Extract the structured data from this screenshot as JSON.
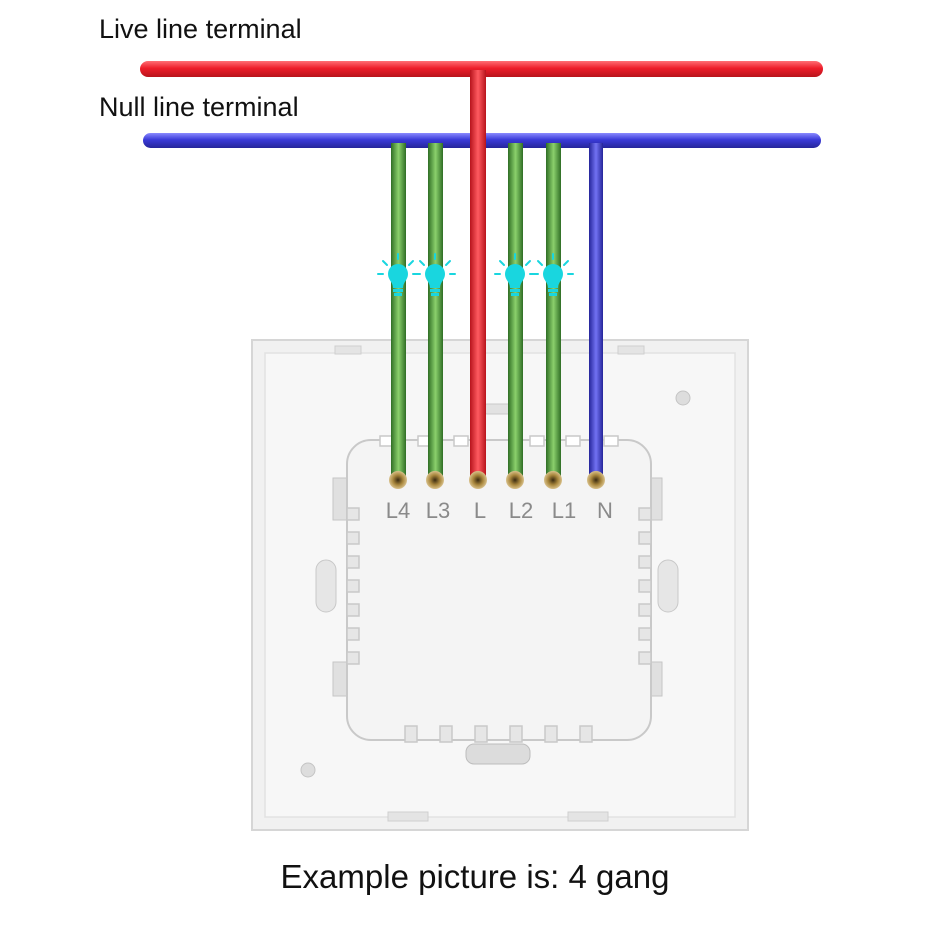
{
  "labels": {
    "live": "Live line terminal",
    "null": "Null line terminal",
    "caption": "Example picture is: 4 gang"
  },
  "terminals": [
    "L4",
    "L3",
    "L",
    "L2",
    "L1",
    "N"
  ],
  "colors": {
    "live": "#e8202a",
    "null": "#3d3dd8",
    "load": "#4e9a3a",
    "bulb": "#19d6df",
    "panel": "#f3f3f3"
  },
  "icons": [
    "bulb-icon",
    "bulb-icon",
    "bulb-icon",
    "bulb-icon"
  ]
}
